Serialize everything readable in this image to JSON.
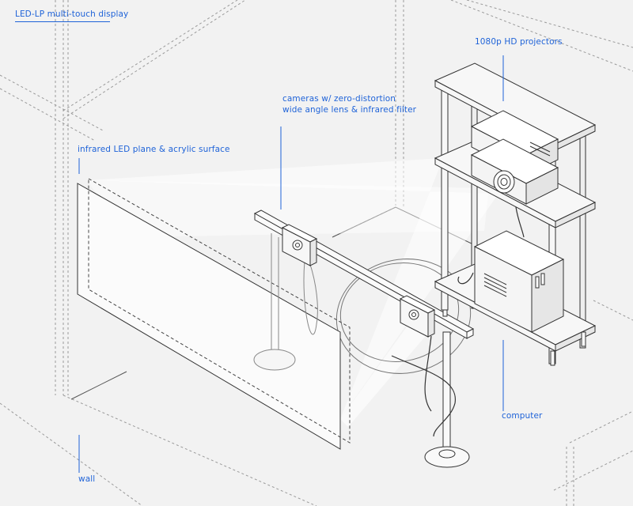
{
  "labels": {
    "title": "LED-LP multi-touch display",
    "projectors": "1080p HD projectors",
    "cameras_line1": "cameras w/ zero-distortion",
    "cameras_line2": "wide angle lens & infrared filter",
    "infrared": "infrared LED plane & acrylic surface",
    "computer": "computer",
    "wall": "wall"
  },
  "colors": {
    "background": "#f2f2f2",
    "line": "#333333",
    "guide": "#9a9a9a",
    "accent": "#1f63d8",
    "light": "#ffffff"
  }
}
